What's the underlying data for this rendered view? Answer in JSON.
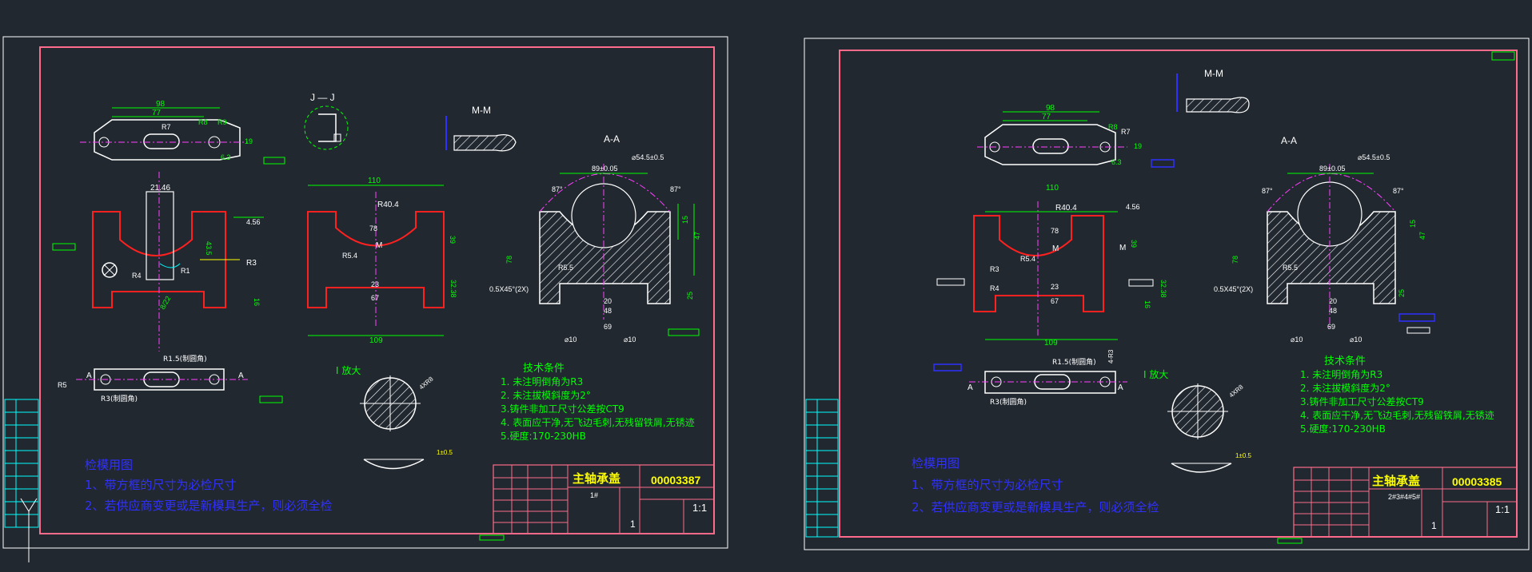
{
  "colors": {
    "background": "#212830",
    "sheet_border": "#ffffff",
    "frame": "#ff6b8b",
    "outline": "#ffffff",
    "dimension": "#00ff00",
    "section": "#ff2020",
    "centerline": "#ff40ff",
    "note_blue": "#3030ff",
    "title_yellow": "#ffff00",
    "cyan": "#00ffff"
  },
  "sheets": [
    {
      "id": "left",
      "view_labels": {
        "jj": "J — J",
        "mm": "M-M",
        "aa": "A-A",
        "detail": "I 放大"
      },
      "dims": {
        "top_98": "98",
        "top_77": "77",
        "r7": "R7",
        "r8": "R8",
        "r9": "R9",
        "d19": "19",
        "d63": "6.3",
        "w2146": "21.46",
        "d456": "4.56",
        "d435": "43.5",
        "r3": "R3",
        "r1": "R1",
        "r4": "R4",
        "d16": "16",
        "d822": "8/22",
        "w110": "110",
        "r404": "R40.4",
        "d78": "78",
        "m": "M",
        "d39": "39",
        "r54": "R5.4",
        "d23": "23",
        "d67": "67",
        "d3238": "32.38",
        "w109": "109",
        "d89": "89±0.05",
        "phi": "⌀54.5±0.5",
        "a87": "87°",
        "d15": "15",
        "d47": "47",
        "d78b": "78",
        "r55": "R5.5",
        "cham": "0.5X45°(2X)",
        "d20": "20",
        "d48": "48",
        "d69": "69",
        "d25": "25",
        "phi10": "⌀10",
        "r15": "R1.5(制圆角)",
        "r3b": "R3(制圆角)",
        "r5": "R5",
        "a": "A",
        "hatch": "4XR8",
        "tol": "1±0.5"
      },
      "tech": {
        "title": "技术条件",
        "items": [
          "1. 未注明倒角为R3",
          "2. 未注拔模斜度为2°",
          "3.铸件非加工尺寸公差按CT9",
          "4. 表面应干净,无飞边毛刺,无残留铁屑,无锈迹",
          "5.硬度:170-230HB"
        ]
      },
      "inspection": {
        "title": "检模用图",
        "items": [
          "1、带方框的尺寸为必检尺寸",
          "2、若供应商变更或是新模具生产，则必须全检"
        ]
      },
      "title_block": {
        "name": "主轴承盖",
        "number": "00003387",
        "material_note": "1#",
        "scale": "1:1",
        "sheet": "1"
      }
    },
    {
      "id": "right",
      "view_labels": {
        "mm": "M-M",
        "aa": "A-A",
        "detail": "I 放大"
      },
      "dims": {
        "top_98": "98",
        "top_77": "77",
        "r7": "R7",
        "r8": "R8",
        "d19": "19",
        "d63": "6.3",
        "w110": "110",
        "r404": "R40.4",
        "d456": "4.56",
        "d78": "78",
        "m": "M",
        "d39": "39",
        "r54": "R5.4",
        "r3": "R3",
        "r4": "R4",
        "d23": "23",
        "d67": "67",
        "d3238": "32.38",
        "d16": "16",
        "w109": "109",
        "d89": "89±0.05",
        "phi": "⌀54.5±0.5",
        "a87": "87°",
        "d15": "15",
        "d47": "47",
        "d78b": "78",
        "r55": "R5.5",
        "cham": "0.5X45°(2X)",
        "d20": "20",
        "d48": "48",
        "d69": "69",
        "d25": "25",
        "phi10": "⌀10",
        "r15": "R1.5(制圆角)",
        "r3b": "R3(制圆角)",
        "d43": "4-R3",
        "a": "A",
        "hatch": "4XR8",
        "tol": "1±0.5"
      },
      "tech": {
        "title": "技术条件",
        "items": [
          "1. 未注明倒角为R3",
          "2. 未注拔模斜度为2°",
          "3.铸件非加工尺寸公差按CT9",
          "4. 表面应干净,无飞边毛刺,无残留铁屑,无锈迹",
          "5.硬度:170-230HB"
        ]
      },
      "inspection": {
        "title": "检模用图",
        "items": [
          "1、带方框的尺寸为必检尺寸",
          "2、若供应商变更或是新模具生产，则必须全检"
        ]
      },
      "title_block": {
        "name": "主轴承盖",
        "number": "00003385",
        "material_note": "2#3#4#5#",
        "scale": "1:1",
        "sheet": "1"
      }
    }
  ]
}
